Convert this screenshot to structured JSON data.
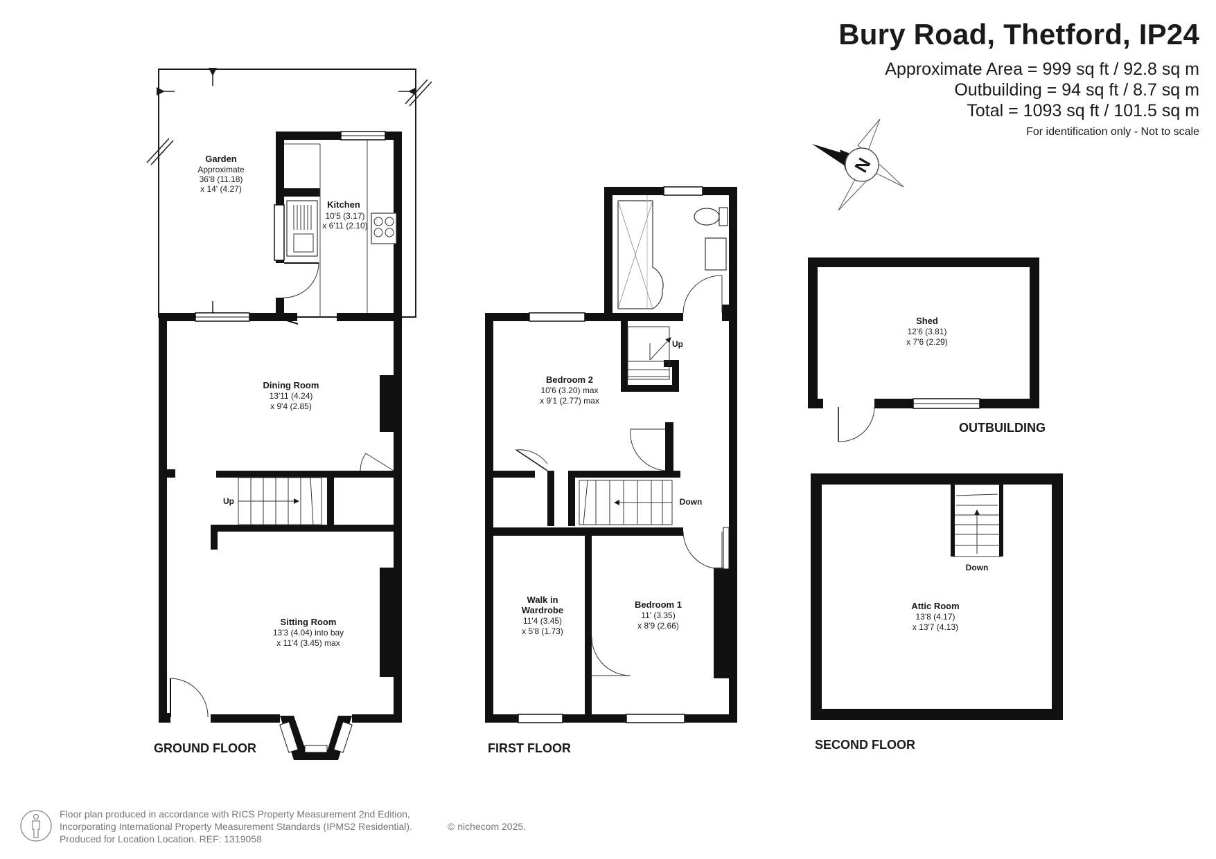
{
  "header": {
    "title": "Bury Road, Thetford, IP24",
    "approx_area": "Approximate Area = 999 sq ft / 92.8 sq m",
    "outbuilding_area": "Outbuilding = 94 sq ft / 8.7 sq m",
    "total_area": "Total = 1093 sq ft / 101.5 sq m",
    "disclaimer": "For identification only - Not to scale"
  },
  "compass": {
    "letter": "N"
  },
  "floors": {
    "ground": "GROUND FLOOR",
    "first": "FIRST FLOOR",
    "second": "SECOND FLOOR",
    "outbuilding": "OUTBUILDING"
  },
  "rooms": {
    "garden": {
      "name": "Garden",
      "l1": "Approximate",
      "l2": "36'8 (11.18)",
      "l3": "x 14' (4.27)"
    },
    "kitchen": {
      "name": "Kitchen",
      "l1": "10'5 (3.17)",
      "l2": "x 6'11 (2.10)"
    },
    "dining": {
      "name": "Dining Room",
      "l1": "13'11 (4.24)",
      "l2": "x 9'4 (2.85)"
    },
    "sitting": {
      "name": "Sitting Room",
      "l1": "13'3 (4.04) into bay",
      "l2": "x 11'4 (3.45) max"
    },
    "bedroom2": {
      "name": "Bedroom 2",
      "l1": "10'6 (3.20) max",
      "l2": "x 9'1 (2.77) max"
    },
    "wardrobe": {
      "name": "Walk in",
      "name2": "Wardrobe",
      "l1": "11'4 (3.45)",
      "l2": "x 5'8 (1.73)"
    },
    "bedroom1": {
      "name": "Bedroom 1",
      "l1": "11' (3.35)",
      "l2": "x 8'9 (2.66)"
    },
    "shed": {
      "name": "Shed",
      "l1": "12'6 (3.81)",
      "l2": "x 7'6 (2.29)"
    },
    "attic": {
      "name": "Attic Room",
      "l1": "13'8 (4.17)",
      "l2": "x 13'7 (4.13)"
    }
  },
  "stair_labels": {
    "ground_up": "Up",
    "first_up": "Up",
    "first_down": "Down",
    "attic_down": "Down"
  },
  "footer": {
    "line1": "Floor plan produced in accordance with RICS Property Measurement 2nd Edition,",
    "line2": "Incorporating International Property Measurement Standards (IPMS2 Residential).",
    "line3": "Produced for Location Location.   REF:  1319058",
    "copyright": "© nichecom 2025."
  }
}
